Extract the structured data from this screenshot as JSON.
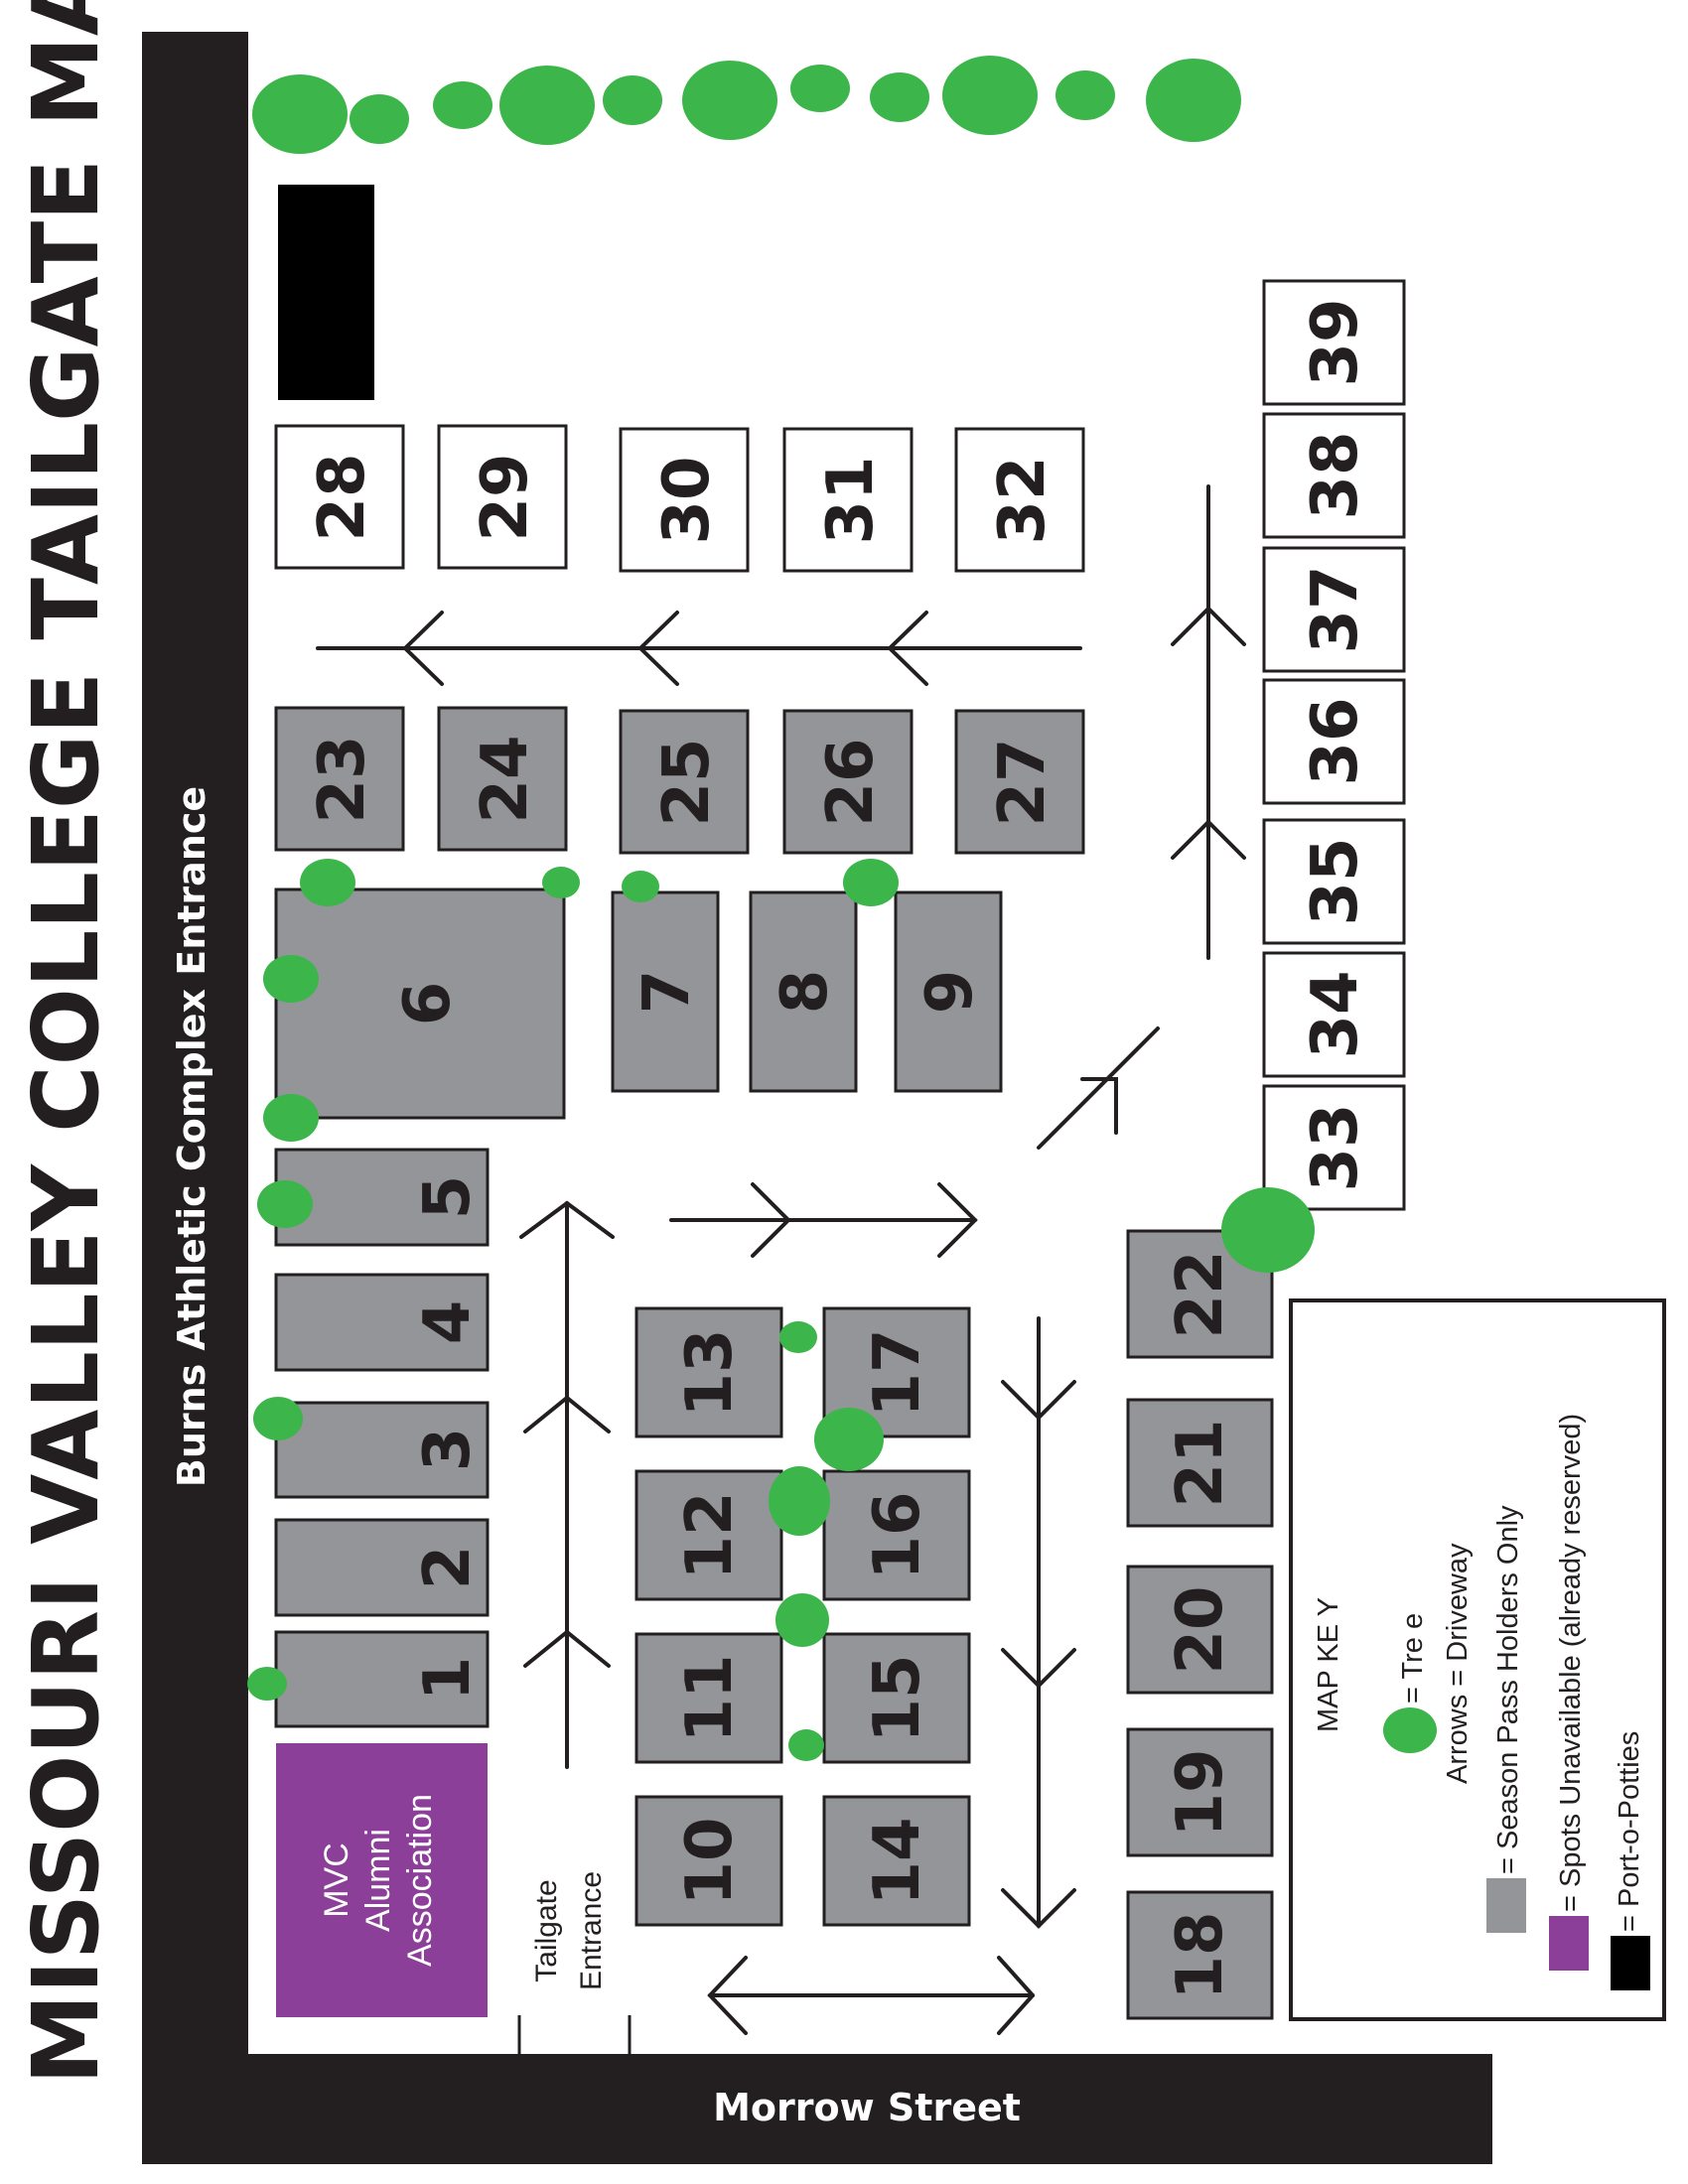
{
  "title": "MISSOURI VALLEY COLLEGE TAILGATE MAP",
  "roads": {
    "west": "Burns Athletic Complex Entrance",
    "south": "Morrow Street"
  },
  "tailgate_entrance": [
    "Tailgate",
    "Entrance"
  ],
  "alumni_area": [
    "MVC",
    "Alumni",
    "Association"
  ],
  "spots": {
    "season": [
      "1",
      "2",
      "3",
      "4",
      "5",
      "6",
      "7",
      "8",
      "9",
      "10",
      "11",
      "12",
      "13",
      "14",
      "15",
      "16",
      "17",
      "18",
      "19",
      "20",
      "21",
      "22",
      "23",
      "24",
      "25",
      "26",
      "27"
    ],
    "open": [
      "28",
      "29",
      "30",
      "31",
      "32",
      "33",
      "34",
      "35",
      "36",
      "37",
      "38",
      "39"
    ]
  },
  "legend": {
    "title": "MAP KE Y",
    "tree": "= Tre e",
    "arrows": "Arrows = Driveway",
    "season": "= Season Pass Holders Only",
    "unavailable": "= Spots Unavailable (already reserved)",
    "potties": "= Port-o-Potties"
  },
  "colors": {
    "road": "#231f20",
    "season_spot": "#939598",
    "reserved": "#8c3f98",
    "tree": "#3cb54a",
    "potty": "#000000",
    "open_spot": "#ffffff"
  }
}
